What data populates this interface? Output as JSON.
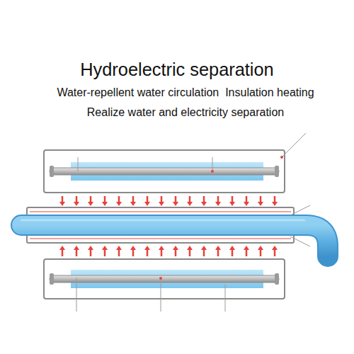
{
  "diagram": {
    "title": "Hydroelectric separation",
    "labels": [
      "Water-repellent water circulation  Insulation heating",
      "Realize water and electricity separation"
    ]
  }
}
